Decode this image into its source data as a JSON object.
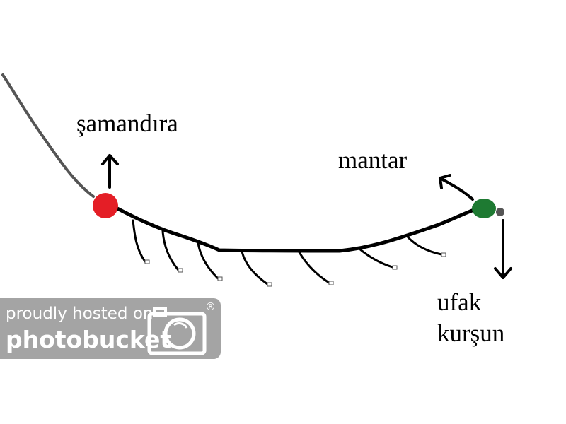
{
  "labels": {
    "float": "şamandıra",
    "cork": "mantar",
    "sinker_line1": "ufak",
    "sinker_line2": "kurşun"
  },
  "watermark": {
    "line1": "proudly hosted on",
    "line2": "photobucket",
    "registered": "®"
  },
  "colors": {
    "line": "#000000",
    "rod_line": "#555555",
    "float": "#e41e26",
    "cork": "#1e7a32",
    "sinker": "#555555",
    "watermark_bg": "#a4a4a4"
  },
  "icons": [
    "camera-icon"
  ]
}
